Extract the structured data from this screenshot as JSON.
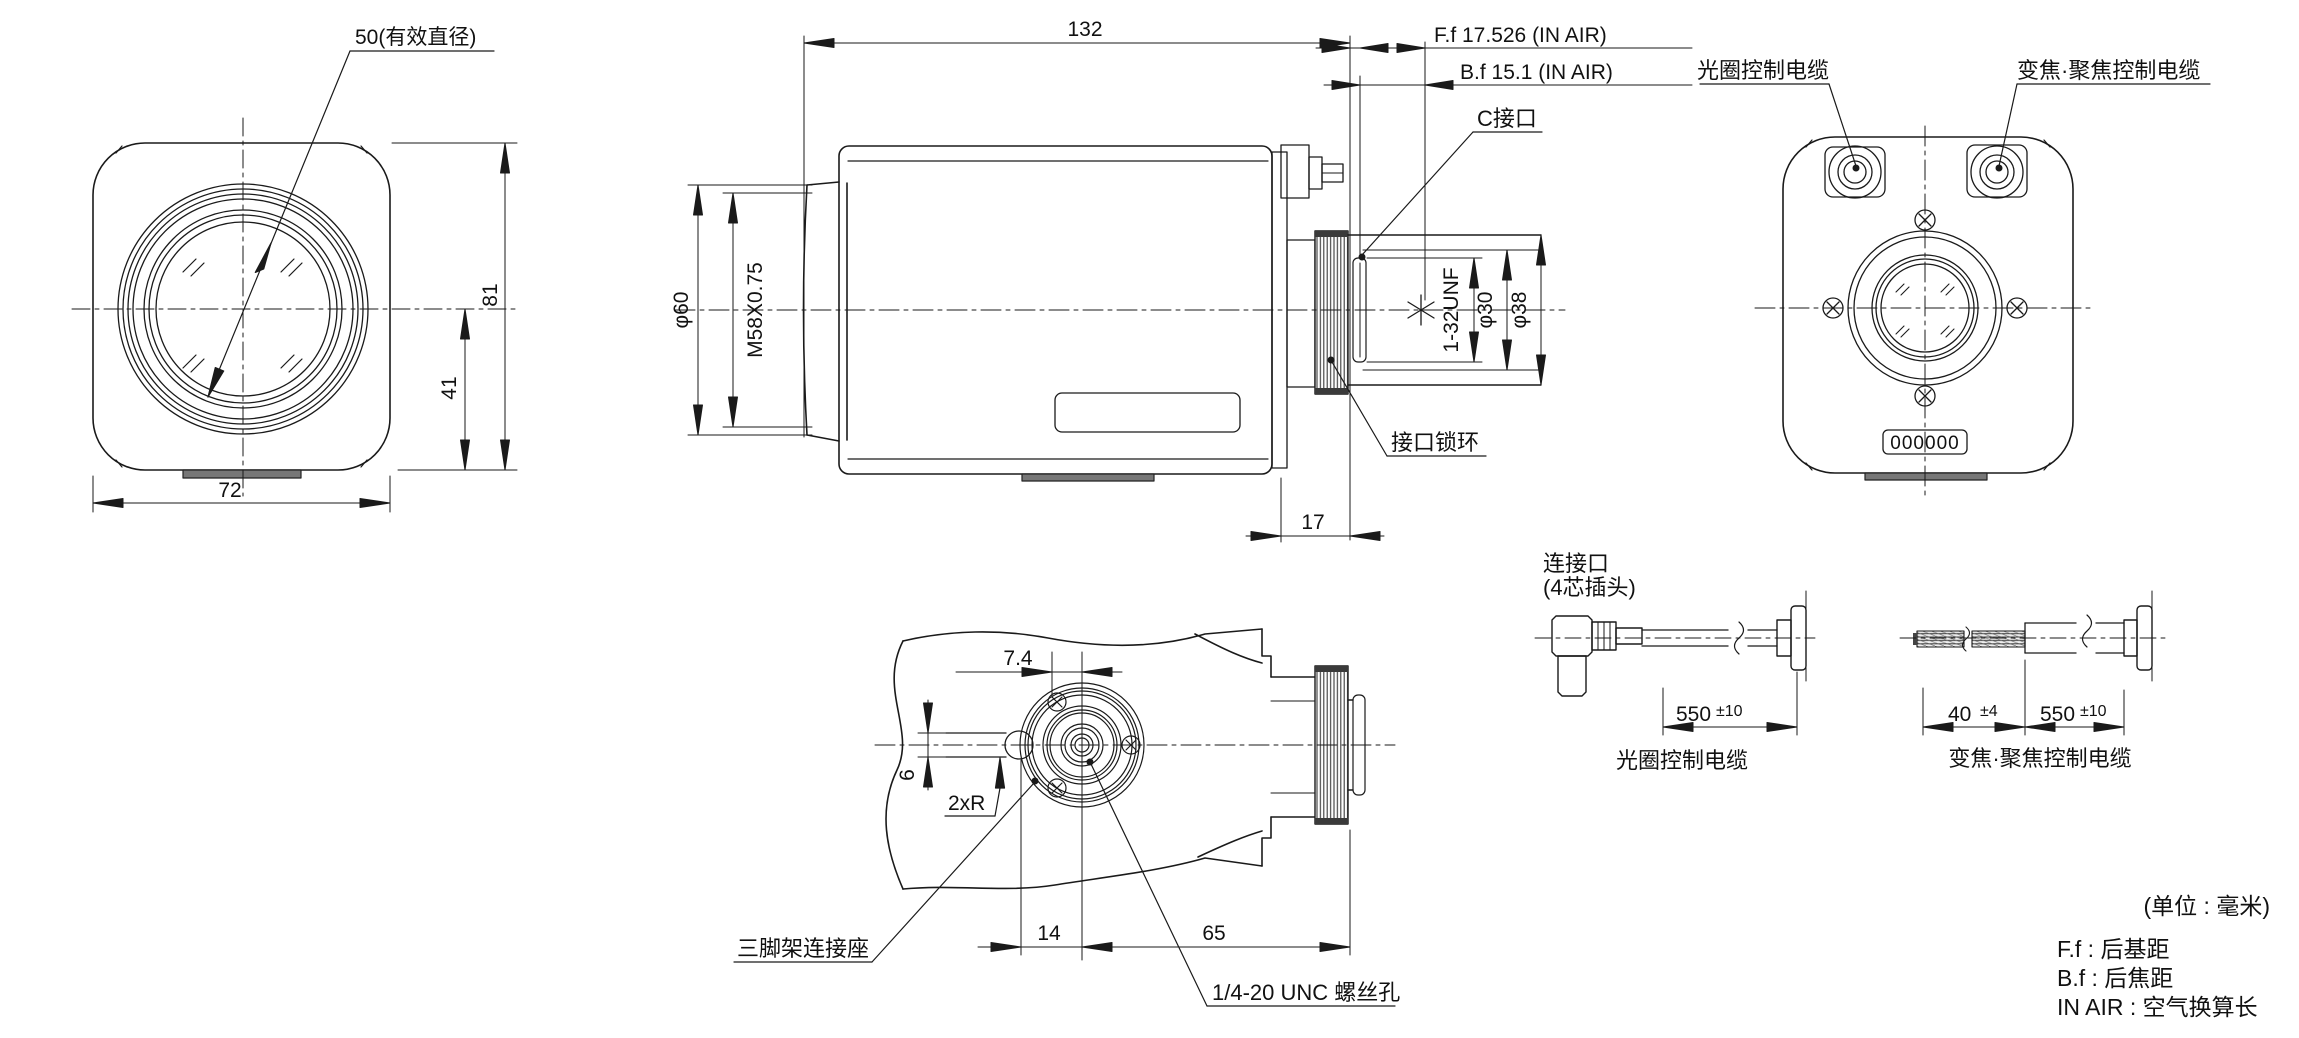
{
  "drawing": {
    "front_view": {
      "label_effective_diameter": "50(有效直径)",
      "dim_height": "81",
      "dim_center_to_bottom": "41",
      "dim_width": "72"
    },
    "side_view": {
      "dim_length": "132",
      "dim_flange_focal": "F.f 17.526 (IN AIR)",
      "dim_back_focal": "B.f 15.1 (IN AIR)",
      "label_c_mount": "C接口",
      "dim_front_diameter": "φ60",
      "dim_filter_thread": "M58X0.75",
      "label_mount_lock_ring": "接口锁环",
      "dim_mount_offset": "17",
      "dim_mount_thread": "1-32UNF",
      "dim_inner_diameter": "φ30",
      "dim_outer_diameter": "φ38"
    },
    "rear_view": {
      "label_iris_cable": "光圈控制电缆",
      "label_zoom_focus_cable": "变焦·聚焦控制电缆",
      "serial_plate": "000000"
    },
    "bottom_view": {
      "dim_offset": "7.4",
      "dim_slot_width": "6",
      "label_slot_radius": "2xR",
      "dim_center_offset": "14",
      "dim_mount_distance": "65",
      "label_tripod_base": "三脚架连接座",
      "label_screw_hole": "1/4-20 UNC 螺丝孔"
    },
    "cables": {
      "connector_title": "连接口",
      "connector_subtitle": "(4芯插头)",
      "iris_cable": {
        "length_value": "550",
        "length_tolerance": "±10",
        "label": "光圈控制电缆"
      },
      "zoom_focus_cable": {
        "bare_value": "40",
        "bare_tolerance": "±4",
        "length_value": "550",
        "length_tolerance": "±10",
        "label": "变焦·聚焦控制电缆"
      }
    },
    "notes": {
      "units": "(单位 : 毫米)",
      "ff": "F.f : 后基距",
      "bf": "B.f : 后焦距",
      "in_air": "IN AIR : 空气换算长"
    }
  },
  "colors": {
    "line": "#1a1a1a",
    "background": "#ffffff"
  }
}
